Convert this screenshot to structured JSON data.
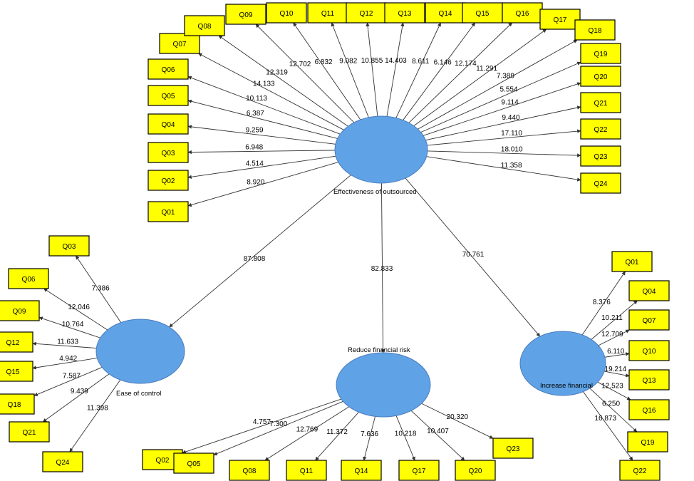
{
  "colors": {
    "construct_fill": "#5fa3e6",
    "indicator_fill": "#ffff00",
    "line": "#333333"
  },
  "constructs": {
    "effectiveness": "Effectiveness of outsourced",
    "ease": "Ease of control",
    "reduce": "Reduce financial risk",
    "increase": "Increase financial"
  },
  "paths": [
    {
      "to": "ease",
      "value": "87.808"
    },
    {
      "to": "reduce",
      "value": "82.833"
    },
    {
      "to": "increase",
      "value": "70.761"
    }
  ],
  "effectiveness_indicators": [
    {
      "q": "Q01",
      "t": "8.920"
    },
    {
      "q": "Q02",
      "t": "4.514"
    },
    {
      "q": "Q03",
      "t": "6.948"
    },
    {
      "q": "Q04",
      "t": "9.259"
    },
    {
      "q": "Q05",
      "t": "6.387"
    },
    {
      "q": "Q06",
      "t": "10.113"
    },
    {
      "q": "Q07",
      "t": "14.133"
    },
    {
      "q": "Q08",
      "t": "12.319"
    },
    {
      "q": "Q09",
      "t": "12.702"
    },
    {
      "q": "Q10",
      "t": "6.832"
    },
    {
      "q": "Q11",
      "t": "9.082"
    },
    {
      "q": "Q12",
      "t": "10.855"
    },
    {
      "q": "Q13",
      "t": "14.403"
    },
    {
      "q": "Q14",
      "t": "8.611"
    },
    {
      "q": "Q15",
      "t": "6.146"
    },
    {
      "q": "Q16",
      "t": "12.174"
    },
    {
      "q": "Q17",
      "t": "11.291"
    },
    {
      "q": "Q18",
      "t": "7.389"
    },
    {
      "q": "Q19",
      "t": "5.554"
    },
    {
      "q": "Q20",
      "t": "9.114"
    },
    {
      "q": "Q21",
      "t": "9.440"
    },
    {
      "q": "Q22",
      "t": "17.110"
    },
    {
      "q": "Q23",
      "t": "18.010"
    },
    {
      "q": "Q24",
      "t": "11.358"
    }
  ],
  "ease_indicators": [
    {
      "q": "Q03",
      "t": "7.386"
    },
    {
      "q": "Q06",
      "t": "12.046"
    },
    {
      "q": "Q09",
      "t": "10.764"
    },
    {
      "q": "Q12",
      "t": "11.633"
    },
    {
      "q": "Q15",
      "t": "4.942"
    },
    {
      "q": "Q18",
      "t": "7.587"
    },
    {
      "q": "Q21",
      "t": "9.439"
    },
    {
      "q": "Q24",
      "t": "11.398"
    }
  ],
  "reduce_indicators": [
    {
      "q": "Q02",
      "t": "4.757"
    },
    {
      "q": "Q05",
      "t": "7.300"
    },
    {
      "q": "Q08",
      "t": "12.769"
    },
    {
      "q": "Q11",
      "t": "11.372"
    },
    {
      "q": "Q14",
      "t": "7.636"
    },
    {
      "q": "Q17",
      "t": "10.218"
    },
    {
      "q": "Q20",
      "t": "10.407"
    },
    {
      "q": "Q23",
      "t": "20.320"
    }
  ],
  "increase_indicators": [
    {
      "q": "Q01",
      "t": "8.376"
    },
    {
      "q": "Q04",
      "t": "10.211"
    },
    {
      "q": "Q07",
      "t": "12.709"
    },
    {
      "q": "Q10",
      "t": "6.110"
    },
    {
      "q": "Q13",
      "t": "19.214"
    },
    {
      "q": "Q16",
      "t": "12.523"
    },
    {
      "q": "Q19",
      "t": "6.250"
    },
    {
      "q": "Q22",
      "t": "16.873"
    }
  ]
}
